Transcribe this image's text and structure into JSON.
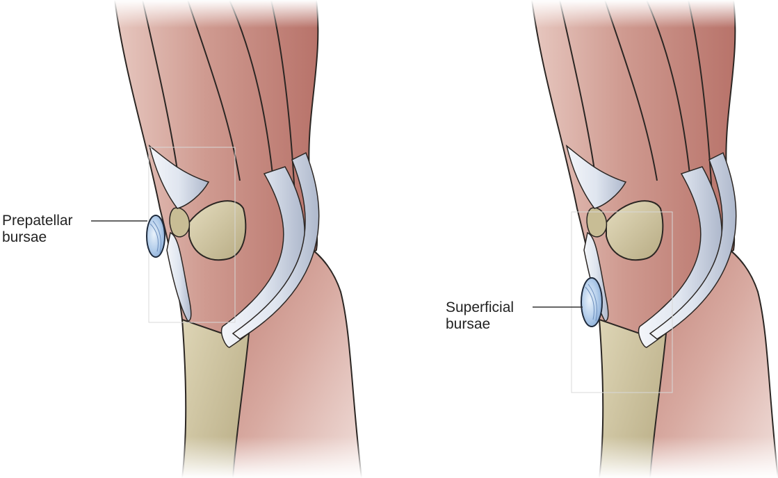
{
  "panels": [
    {
      "id": "left",
      "label_lines": [
        "Prepatellar",
        "bursae"
      ]
    },
    {
      "id": "right",
      "label_lines": [
        "Superficial",
        "bursae"
      ]
    }
  ],
  "colors": {
    "muscle": "#cf9a90",
    "muscle_dark": "#a9655c",
    "muscle_light": "#e3c0b8",
    "tendon": "#dde3ee",
    "tendon_shade": "#b3bdd0",
    "bone": "#d6cca7",
    "bone_dark": "#b9ad86",
    "bursa": "#a9c6e6",
    "outline": "#2b2623",
    "leader_line": "#333333"
  }
}
